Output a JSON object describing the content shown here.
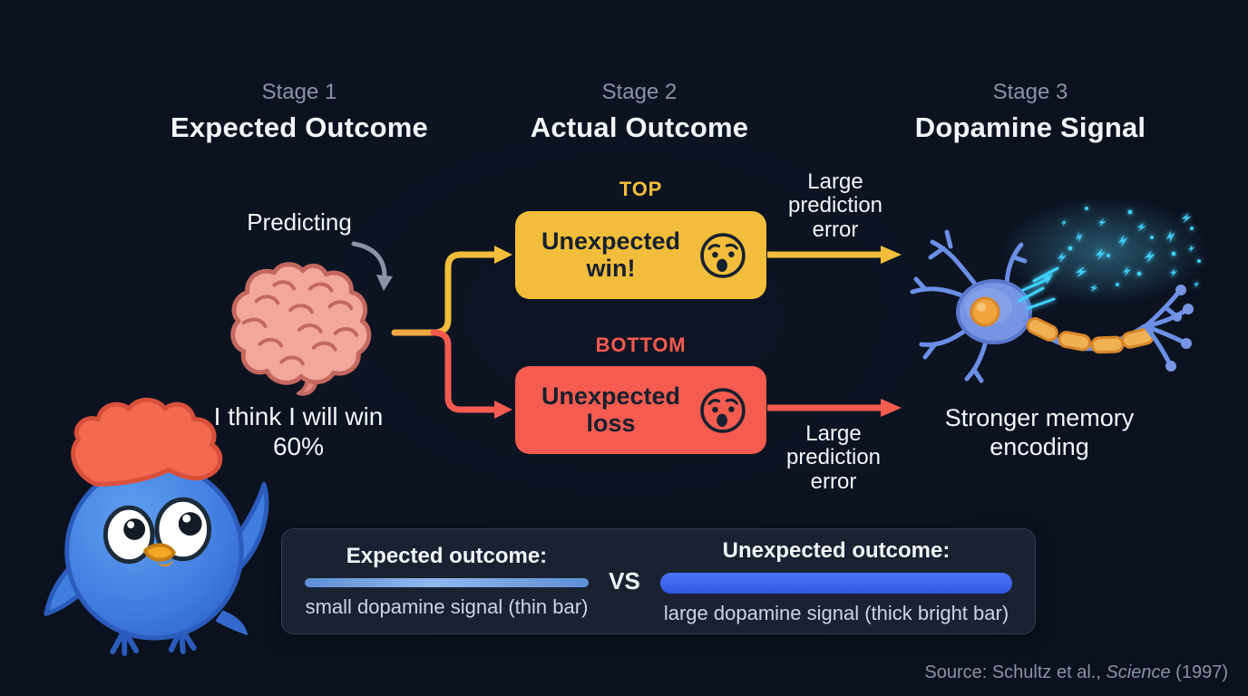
{
  "stages": [
    {
      "label": "Stage 1",
      "title": "Expected Outcome"
    },
    {
      "label": "Stage 2",
      "title": "Actual Outcome"
    },
    {
      "label": "Stage 3",
      "title": "Dopamine Signal"
    }
  ],
  "stage1": {
    "predicting": "Predicting",
    "thought": "I think I will win 60%"
  },
  "stage2": {
    "top_label": "TOP",
    "top_box_text": "Unexpected win!",
    "bottom_label": "BOTTOM",
    "bottom_box_text": "Unexpected loss"
  },
  "stage3": {
    "top_arrow_label": "Large prediction error",
    "bottom_arrow_label": "Large prediction error",
    "result": "Stronger memory encoding"
  },
  "legend": {
    "left_title": "Expected outcome:",
    "left_caption": "small dopamine signal (thin bar)",
    "vs": "VS",
    "right_title": "Unexpected outcome:",
    "right_caption": "large dopamine signal (thick bright bar)"
  },
  "source": {
    "prefix": "Source: Schultz et al., ",
    "journal": "Science",
    "suffix": " (1997)"
  },
  "icons": [
    "brain-icon",
    "curved-arrow-icon",
    "shocked-face-icon",
    "neuron-icon",
    "spark-burst-icon",
    "bird-mascot",
    "branch-connector",
    "arrow-right-yellow",
    "arrow-right-red"
  ],
  "colors": {
    "bg": "#0b111e",
    "panel-bg": "#1a2232",
    "panel-border": "#303c52",
    "text-primary": "#f2f5fa",
    "text-muted": "#8a93a3",
    "caption": "#ccd5e2",
    "yellow": "#f2bd3a",
    "orange": "#f0a843",
    "red": "#f65b50",
    "box-text": "#16202e",
    "bar-thin": "#7fa9e6",
    "bar-thick": "#3d68f4",
    "spark": "#3fd0ff"
  }
}
